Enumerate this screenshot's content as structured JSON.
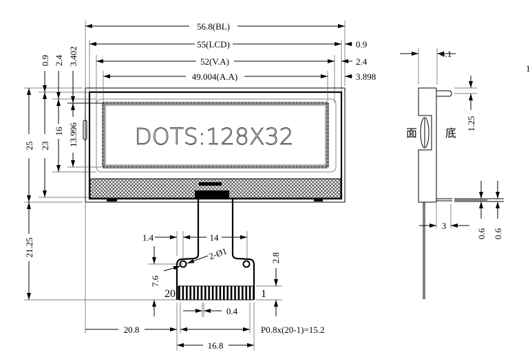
{
  "display_text": "DOTS:128X32",
  "top_dimensions": {
    "bl": "56.8(BL)",
    "lcd": "55(LCD)",
    "va": "52(V.A)",
    "aa": "49.004(A.A)"
  },
  "right_offsets": [
    "0.9",
    "2.4",
    "3.898"
  ],
  "left_offsets": [
    "0.9",
    "2.4",
    "3.402"
  ],
  "left_heights": [
    "25",
    "23",
    "16",
    "13.996"
  ],
  "fpc_length": "21.25",
  "fpc": {
    "hole_offset": "1.4",
    "hole_pitch": "14",
    "hole_spec": "2-Ø1",
    "tail_height": "7.6",
    "pin_20": "20",
    "pin_1": "1",
    "pad_length": "2.8",
    "pad_width": "0.4",
    "offset_left": "20.8",
    "pitch_formula": "P0.8x(20-1)=15.2",
    "tail_width": "16.8"
  },
  "side_view": {
    "thickness": "4.1",
    "pin_dim": "1.25",
    "front_label": "面",
    "back_label": "底",
    "fpc_offset": "3",
    "dim_a": "0.6",
    "dim_b": "0.6"
  },
  "edge_fragment": "1"
}
